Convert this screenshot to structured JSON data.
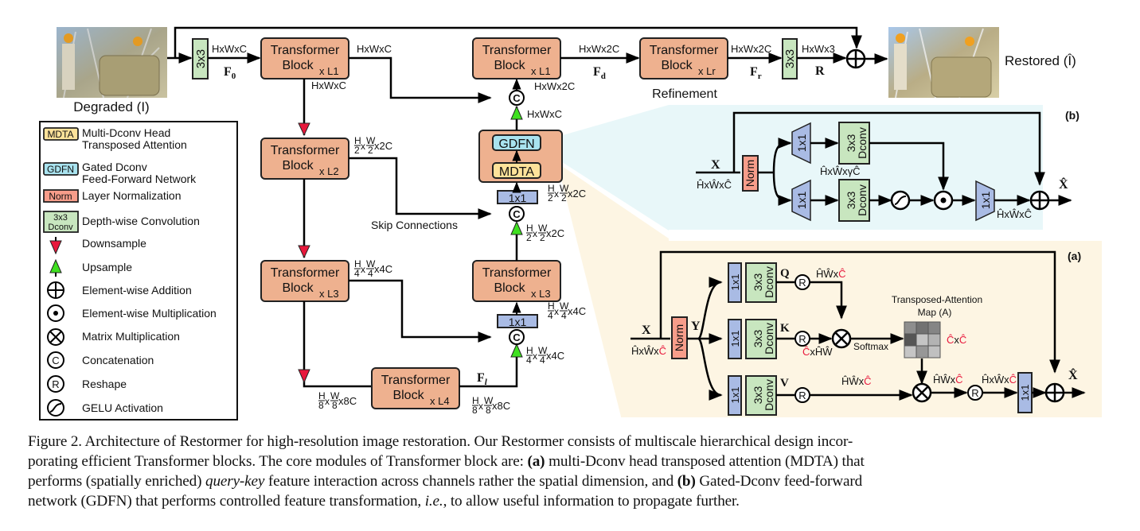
{
  "colors": {
    "transformer_block": "#eeb18f",
    "mdta": "#fde29a",
    "gdfn": "#a9e3ef",
    "norm": "#f79d8a",
    "conv3x3": "#c8e6bf",
    "conv1x1": "#a9bbe4",
    "downsample": "#e8183c",
    "upsample": "#3fe020",
    "panel_b_bg": "#e8f7f9",
    "panel_a_bg": "#fdf5e3",
    "red_text": "#e8183c"
  },
  "images": {
    "input_label": "Degraded (I)",
    "output_label": "Restored (Î)"
  },
  "main": {
    "conv_in": "3x3",
    "conv_out": "3x3",
    "f0": "F0",
    "fd": "Fd",
    "fr": "Fr",
    "r": "R",
    "fl": "Fl",
    "block_title_1": "Transformer",
    "block_title_2": "Block",
    "enc1_mult": "x L1",
    "enc2_mult": "x L2",
    "enc3_mult": "x L3",
    "latent_mult": "x L4",
    "dec3_mult": "x L3",
    "dec1_mult": "x L1",
    "refine_mult": "x Lr",
    "refinement_label": "Refinement",
    "skip_label": "Skip Connections",
    "dim_hwc": "HxWxC",
    "dim_hw2c": "HxWx2C",
    "dim_hw3": "HxWx3",
    "dim_half": "x2C",
    "dim_quarter": "x4C",
    "dim_eighth": "x8C",
    "frac_h": "H",
    "frac_w": "W",
    "d2": "2",
    "d4": "4",
    "d8": "8",
    "x": "x",
    "conv1x1": "1x1",
    "gdfn": "GDFN",
    "mdta": "MDTA"
  },
  "legend": {
    "items": [
      {
        "badge": "MDTA",
        "label_1": "Multi-Dconv Head",
        "label_2": "Transposed Attention"
      },
      {
        "badge": "GDFN",
        "label_1": "Gated Dconv",
        "label_2": "Feed-Forward Network"
      },
      {
        "badge": "Norm",
        "label_1": "Layer Normalization"
      },
      {
        "badge_1": "3x3",
        "badge_2": "Dconv",
        "label_1": "Depth-wise Convolution"
      },
      {
        "label_1": "Downsample"
      },
      {
        "label_1": "Upsample"
      },
      {
        "label_1": "Element-wise Addition"
      },
      {
        "label_1": "Element-wise Multiplication"
      },
      {
        "label_1": "Matrix Multiplication"
      },
      {
        "label_1": "Concatenation"
      },
      {
        "label_1": "Reshape"
      },
      {
        "label_1": "GELU Activation"
      }
    ]
  },
  "panel_b": {
    "tag": "(b)",
    "input": "X",
    "input_dim": "ĤxŴxĈ",
    "norm": "Norm",
    "conv1x1": "1x1",
    "dconv_1": "3x3",
    "dconv_2": "Dconv",
    "gamma_dim": "ĤxŴxγĈ",
    "out_dim": "ĤxŴxĈ",
    "output": "X̂"
  },
  "panel_a": {
    "tag": "(a)",
    "input": "X",
    "input_dim_black": "ĤxŴx",
    "input_dim_red": "Ĉ",
    "norm": "Norm",
    "y": "Y",
    "q": "Q",
    "k": "K",
    "v": "V",
    "conv1x1": "1x1",
    "dconv_1": "3x3",
    "dconv_2": "Dconv",
    "reshape": "R",
    "q_dim_black": "ĤŴx",
    "q_dim_red": "Ĉ",
    "k_dim_red": "Ĉ",
    "k_dim_black": "xĤŴ",
    "v_dim_black": "ĤŴx",
    "v_dim_red": "Ĉ",
    "softmax": "Softmax",
    "attn_title_1": "Transposed-Attention",
    "attn_title_2": "Map (A)",
    "attn_dim_red_1": "Ĉ",
    "attn_dim_black": "x",
    "attn_dim_red_2": "Ĉ",
    "attn_cells": [
      0.55,
      0.4,
      0.5,
      0.25,
      0.85,
      0.75,
      0.85,
      0.6,
      0.82
    ],
    "mm_out_black": "ĤŴx",
    "mm_out_red": "Ĉ",
    "resh_out_black": "ĤxŴx",
    "resh_out_red": "Ĉ",
    "output": "X̂"
  },
  "caption": {
    "line1": "Figure 2. Architecture of Restormer for high-resolution image restoration. Our Restormer consists of multiscale hierarchical design incor-",
    "line2_a": "porating efficient Transformer blocks. The core modules of Transformer block are: ",
    "line2_b": "(a)",
    "line2_c": " multi-Dconv head transposed attention (MDTA) that",
    "line3_a": "performs (spatially enriched) ",
    "line3_b": "query-key",
    "line3_c": " feature interaction across channels rather the spatial dimension, and ",
    "line3_d": "(b)",
    "line3_e": " Gated-Dconv feed-forward",
    "line4_a": "network (GDFN) that performs controlled feature transformation, ",
    "line4_b": "i.e.",
    "line4_c": ", to allow useful information to propagate further."
  }
}
